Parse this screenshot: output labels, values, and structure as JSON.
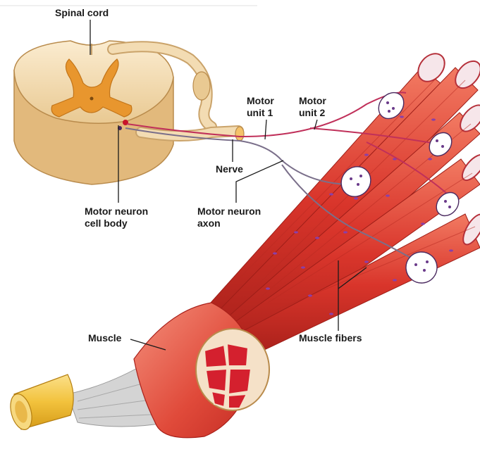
{
  "labels": {
    "spinal_cord": "Spinal cord",
    "motor_unit_1": "Motor\nunit 1",
    "motor_unit_2": "Motor\nunit 2",
    "nerve": "Nerve",
    "motor_neuron_cell_body": "Motor neuron\ncell body",
    "motor_neuron_axon": "Motor neuron\naxon",
    "muscle": "Muscle",
    "muscle_fibers": "Muscle fibers"
  },
  "colors": {
    "spinal_white_matter": "#f4dcb0",
    "spinal_gray_matter": "#e8962e",
    "muscle_red": "#d9352b",
    "muscle_light": "#f07a6a",
    "nucleus_purple": "#8a3fa8",
    "axon_unit_1": "#7a6f8a",
    "axon_unit_2": "#c0305a",
    "bone_yellow": "#f2c23c",
    "tendon_gray": "#c9c9c9"
  }
}
